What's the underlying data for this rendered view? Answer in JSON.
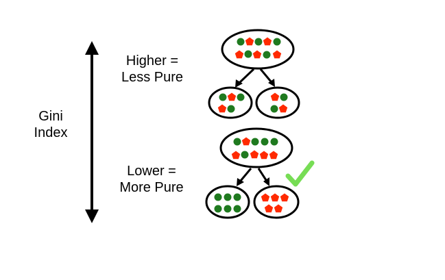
{
  "axis": {
    "label_line1": "Gini",
    "label_line2": "Index"
  },
  "high_case": {
    "label_line1": "Higher =",
    "label_line2": "Less Pure"
  },
  "low_case": {
    "label_line1": "Lower =",
    "label_line2": "More Pure",
    "check_icon": "checkmark-icon"
  },
  "colors": {
    "green_class": "#1f7a1f",
    "red_class": "#ff2a00",
    "check": "#77dd55",
    "outline": "#000000"
  },
  "icons": {
    "circle": "green-circle-icon",
    "pentagon": "red-pentagon-icon"
  }
}
